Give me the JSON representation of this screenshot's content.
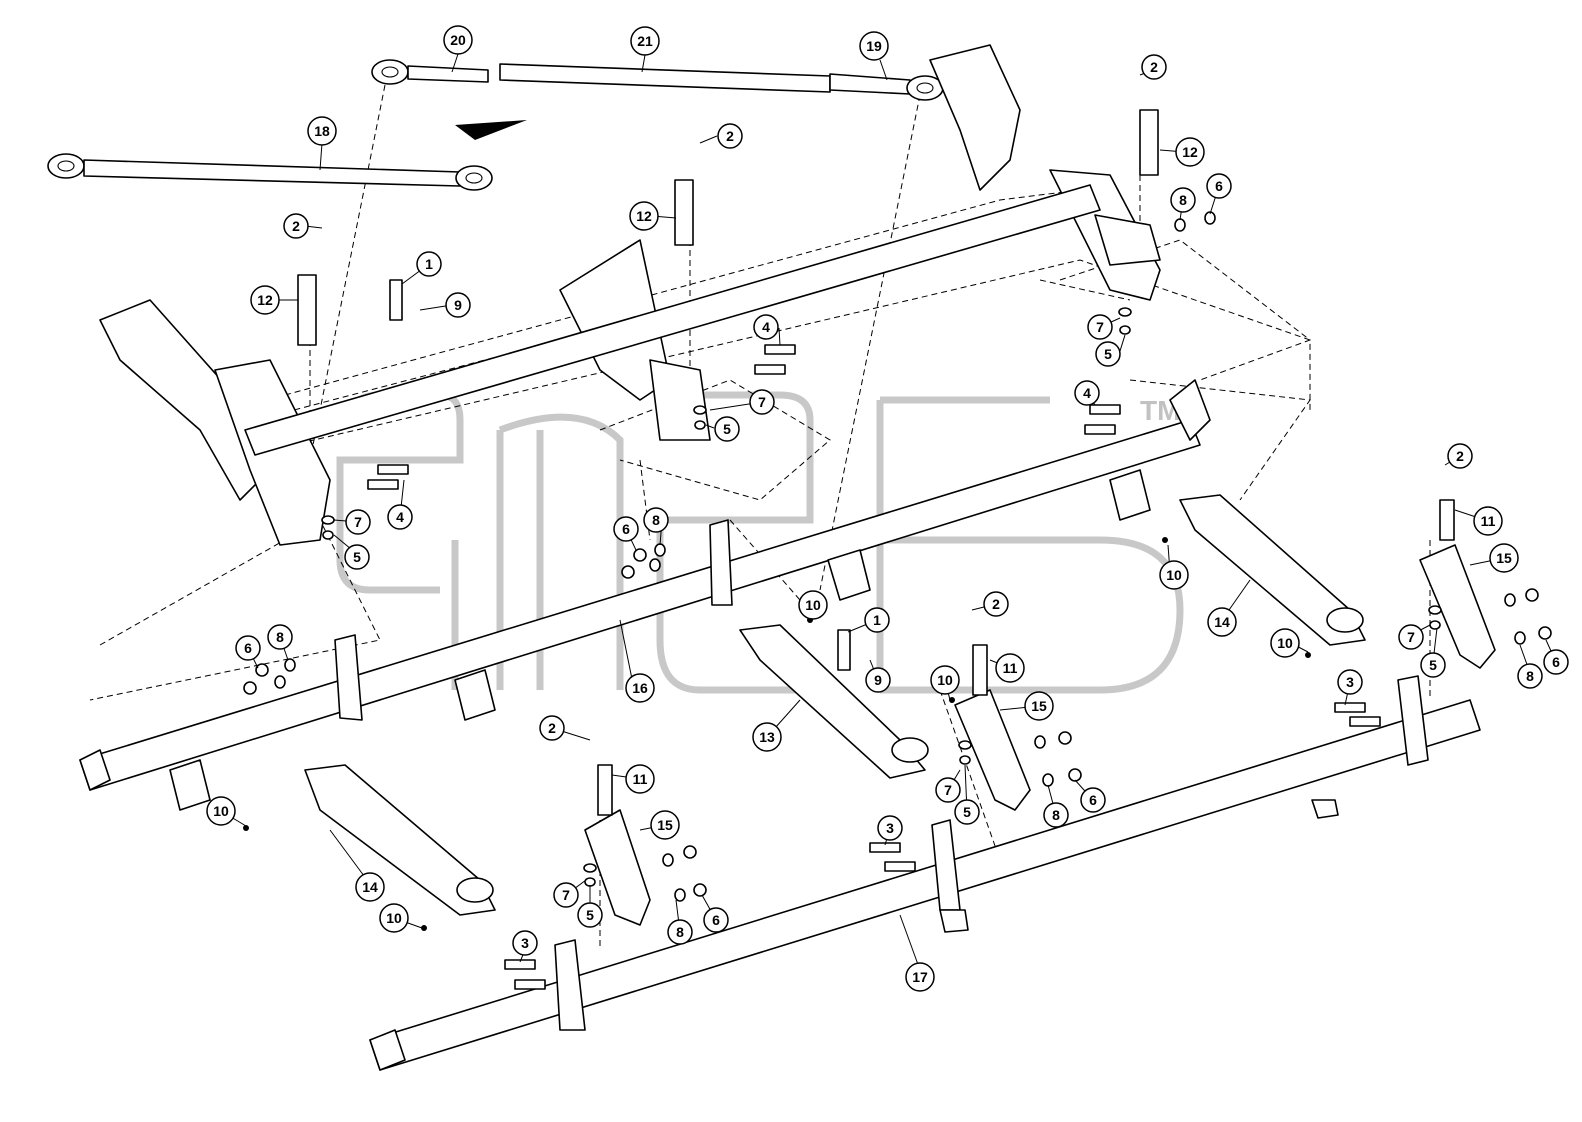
{
  "watermark": {
    "text": "ЭПЕБ",
    "trademark": "TM"
  },
  "callouts": [
    {
      "id": "c20a",
      "label": "20"
    },
    {
      "id": "c21",
      "label": "21"
    },
    {
      "id": "c19",
      "label": "19"
    },
    {
      "id": "c2a",
      "label": "2"
    },
    {
      "id": "c18",
      "label": "18"
    },
    {
      "id": "c2b",
      "label": "2"
    },
    {
      "id": "c12a",
      "label": "12"
    },
    {
      "id": "c12b",
      "label": "12"
    },
    {
      "id": "c6a",
      "label": "6"
    },
    {
      "id": "c8a",
      "label": "8"
    },
    {
      "id": "c2c",
      "label": "2"
    },
    {
      "id": "c12c",
      "label": "12"
    },
    {
      "id": "c1a",
      "label": "1"
    },
    {
      "id": "c9a",
      "label": "9"
    },
    {
      "id": "c7a",
      "label": "7"
    },
    {
      "id": "c5a",
      "label": "5"
    },
    {
      "id": "c4a",
      "label": "4"
    },
    {
      "id": "c7b",
      "label": "7"
    },
    {
      "id": "c5b",
      "label": "5"
    },
    {
      "id": "c4b",
      "label": "4"
    },
    {
      "id": "c7c",
      "label": "7"
    },
    {
      "id": "c4c",
      "label": "4"
    },
    {
      "id": "c5c",
      "label": "5"
    },
    {
      "id": "c6b",
      "label": "6"
    },
    {
      "id": "c8b",
      "label": "8"
    },
    {
      "id": "c2d",
      "label": "2"
    },
    {
      "id": "c11a",
      "label": "11"
    },
    {
      "id": "c10a",
      "label": "10"
    },
    {
      "id": "c15a",
      "label": "15"
    },
    {
      "id": "c14a",
      "label": "14"
    },
    {
      "id": "c10b",
      "label": "10"
    },
    {
      "id": "c7d",
      "label": "7"
    },
    {
      "id": "c5d",
      "label": "5"
    },
    {
      "id": "c8c",
      "label": "8"
    },
    {
      "id": "c6c",
      "label": "6"
    },
    {
      "id": "c6d",
      "label": "6"
    },
    {
      "id": "c8d",
      "label": "8"
    },
    {
      "id": "c10c",
      "label": "10"
    },
    {
      "id": "c1b",
      "label": "1"
    },
    {
      "id": "c2e",
      "label": "2"
    },
    {
      "id": "c16",
      "label": "16"
    },
    {
      "id": "c9b",
      "label": "9"
    },
    {
      "id": "c10d",
      "label": "10"
    },
    {
      "id": "c11b",
      "label": "11"
    },
    {
      "id": "c15b",
      "label": "15"
    },
    {
      "id": "c13",
      "label": "13"
    },
    {
      "id": "c3a",
      "label": "3"
    },
    {
      "id": "c7e",
      "label": "7"
    },
    {
      "id": "c5e",
      "label": "5"
    },
    {
      "id": "c8e",
      "label": "8"
    },
    {
      "id": "c6e",
      "label": "6"
    },
    {
      "id": "c2f",
      "label": "2"
    },
    {
      "id": "c11c",
      "label": "11"
    },
    {
      "id": "c10e",
      "label": "10"
    },
    {
      "id": "c15c",
      "label": "15"
    },
    {
      "id": "c14b",
      "label": "14"
    },
    {
      "id": "c3b",
      "label": "3"
    },
    {
      "id": "c7f",
      "label": "7"
    },
    {
      "id": "c5f",
      "label": "5"
    },
    {
      "id": "c8f",
      "label": "8"
    },
    {
      "id": "c6f",
      "label": "6"
    },
    {
      "id": "c10f",
      "label": "10"
    },
    {
      "id": "c3c",
      "label": "3"
    },
    {
      "id": "c17",
      "label": "17"
    }
  ]
}
